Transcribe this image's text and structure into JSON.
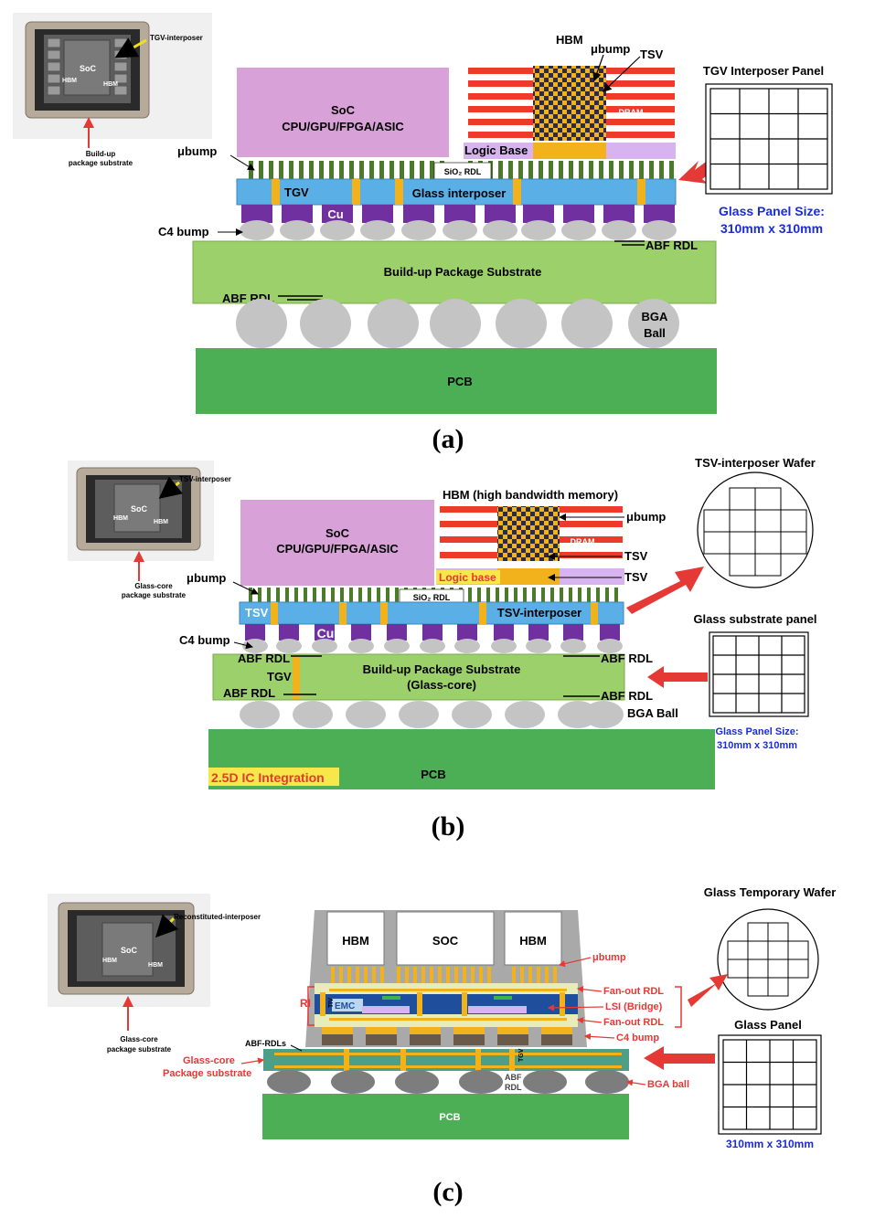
{
  "colors": {
    "soc": "#d8a2d8",
    "interposer": "#5ab0e6",
    "substrate": "#9cd06a",
    "pcb": "#4cae55",
    "bump": "#7030a0",
    "ball": "#c4c4c4",
    "tgv": "#f2b21c",
    "dram": "#ee3a2b",
    "logic_base": "#d7b4f0",
    "blue_text": "#1a2cd6",
    "red_label": "#e53935"
  },
  "panel_a": {
    "caption": "(a)",
    "thumb_interposer": "TGV-interposer",
    "thumb_soc": "SoC",
    "thumb_hbm": "HBM",
    "thumb_substrate_line1": "Build-up",
    "thumb_substrate_line2": "package substrate",
    "soc_line1": "SoC",
    "soc_line2": "CPU/GPU/FPGA/ASIC",
    "hbm": "HBM",
    "ubump_top": "μbump",
    "tsv": "TSV",
    "dram": "DRAM",
    "logic_base": "Logic Base",
    "ubump": "μbump",
    "sio2_rdl": "SiO₂ RDL",
    "tgv": "TGV",
    "glass_interposer": "Glass interposer",
    "cu": "Cu",
    "c4_bump": "C4 bump",
    "abf_rdl_top": "ABF RDL",
    "substrate": "Build-up Package Substrate",
    "abf_rdl_bottom": "ABF RDL",
    "bga_line1": "BGA",
    "bga_line2": "Ball",
    "pcb": "PCB",
    "panel_title": "TGV Interposer Panel",
    "panel_size_line1": "Glass Panel Size:",
    "panel_size_line2": "310mm x 310mm"
  },
  "panel_b": {
    "caption": "(b)",
    "thumb_interposer": "TSV-interposer",
    "thumb_soc": "SoC",
    "thumb_hbm": "HBM",
    "thumb_substrate_line1": "Glass-core",
    "thumb_substrate_line2": "package substrate",
    "soc_line1": "SoC",
    "soc_line2": "CPU/GPU/FPGA/ASIC",
    "hbm": "HBM (high bandwidth memory)",
    "ubump_right": "μbump",
    "dram": "DRAM",
    "tsv_right1": "TSV",
    "logic_base": "Logic base",
    "tsv_right2": "TSV",
    "ubump": "μbump",
    "sio2_rdl": "SiO₂ RDL",
    "tsv_left": "TSV",
    "tsv_interposer": "TSV-interposer",
    "cu": "Cu",
    "c4_bump": "C4 bump",
    "abf_rdl_tl": "ABF RDL",
    "abf_rdl_tr": "ABF RDL",
    "tgv": "TGV",
    "substrate_line1": "Build-up Package Substrate",
    "substrate_line2": "(Glass-core)",
    "abf_rdl_bl": "ABF RDL",
    "abf_rdl_br": "ABF RDL",
    "bga": "BGA Ball",
    "pcb": "PCB",
    "badge": "2.5D IC Integration",
    "wafer_title": "TSV-interposer Wafer",
    "panel_title": "Glass substrate panel",
    "panel_size_line1": "Glass Panel Size:",
    "panel_size_line2": "310mm x 310mm"
  },
  "panel_c": {
    "caption": "(c)",
    "thumb_interposer": "Reconstituted-interposer",
    "thumb_soc": "SoC",
    "thumb_hbm": "HBM",
    "thumb_substrate_line1": "Glass-core",
    "thumb_substrate_line2": "package substrate",
    "hbm_left": "HBM",
    "soc": "SOC",
    "hbm_right": "HBM",
    "ubump": "μbump",
    "fanout_rdl_top": "Fan-out RDL",
    "lsi": "LSI (Bridge)",
    "fanout_rdl_bottom": "Fan-out RDL",
    "c4_bump": "C4 bump",
    "ri": "RI",
    "tiv": "TIV",
    "emc": "EMC",
    "abf_rdls": "ABF-RDLs",
    "glass_core_line1": "Glass-core",
    "glass_core_line2": "Package substrate",
    "tgv": "TGV",
    "abf_line1": "ABF",
    "abf_line2": "RDL",
    "bga": "BGA ball",
    "pcb": "PCB",
    "wafer_title": "Glass Temporary Wafer",
    "panel_title": "Glass Panel",
    "panel_size": "310mm x 310mm"
  }
}
